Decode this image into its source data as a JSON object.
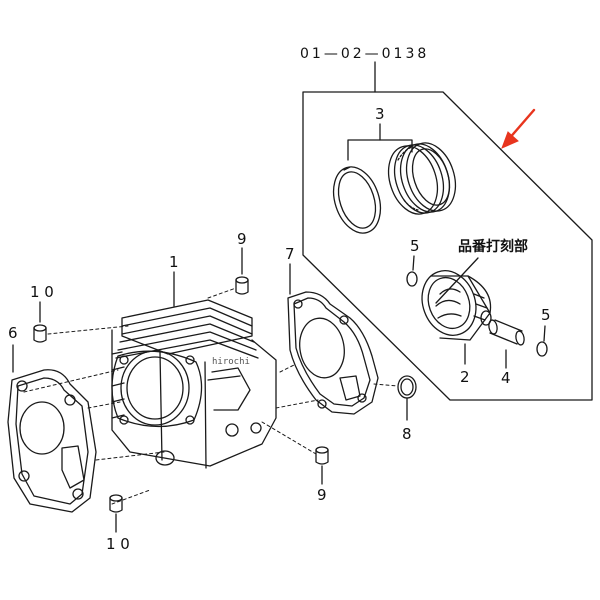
{
  "diagram": {
    "part_code": "01—02—0138",
    "note_jp": "品番打刻部",
    "watermark": "hirochi",
    "callouts": {
      "cylinder": "1",
      "piston": "2",
      "ring_set": "3",
      "piston_pin": "4",
      "clip_left": "5",
      "clip_right": "5",
      "base_gasket": "6",
      "head_gasket": "7",
      "o_ring": "8",
      "dowel_top": "9",
      "dowel_bottom": "9",
      "dowel_left_top": "1 0",
      "dowel_left_bottom": "1 0"
    },
    "colors": {
      "line": "#1a1a1a",
      "arrow": "#e8351e",
      "background": "#ffffff"
    }
  }
}
